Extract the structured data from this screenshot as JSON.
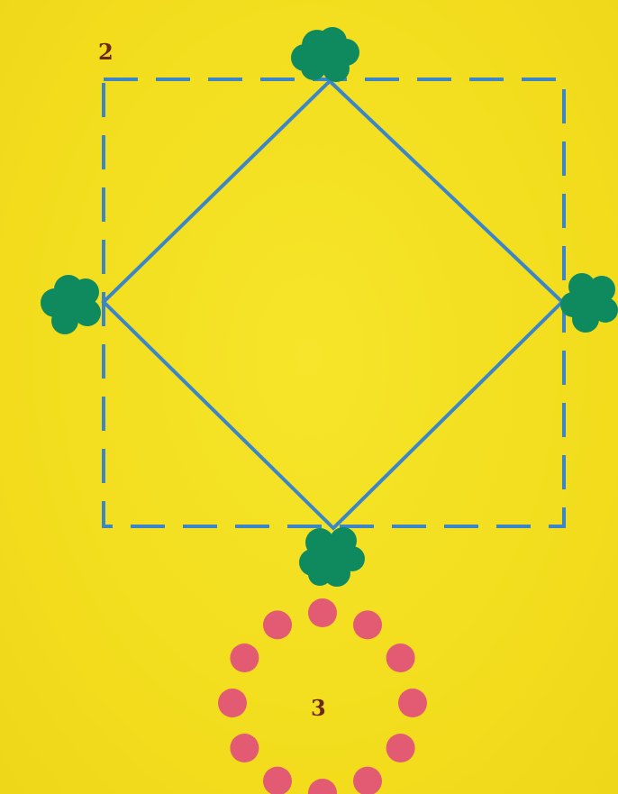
{
  "labels": {
    "figure_2": "2",
    "figure_3": "3"
  },
  "colors": {
    "background": "#f3e01e",
    "line": "#3a86c8",
    "tree": "#0f8a5f",
    "dot": "#e35b73",
    "label": "#6a2a12"
  },
  "figure_2": {
    "outer_shape": "dashed square",
    "inner_shape": "diamond",
    "tree_count": 4,
    "tree_positions": [
      "top",
      "left",
      "right",
      "bottom"
    ]
  },
  "figure_3": {
    "shape": "ring of dots",
    "dot_count": 12
  }
}
